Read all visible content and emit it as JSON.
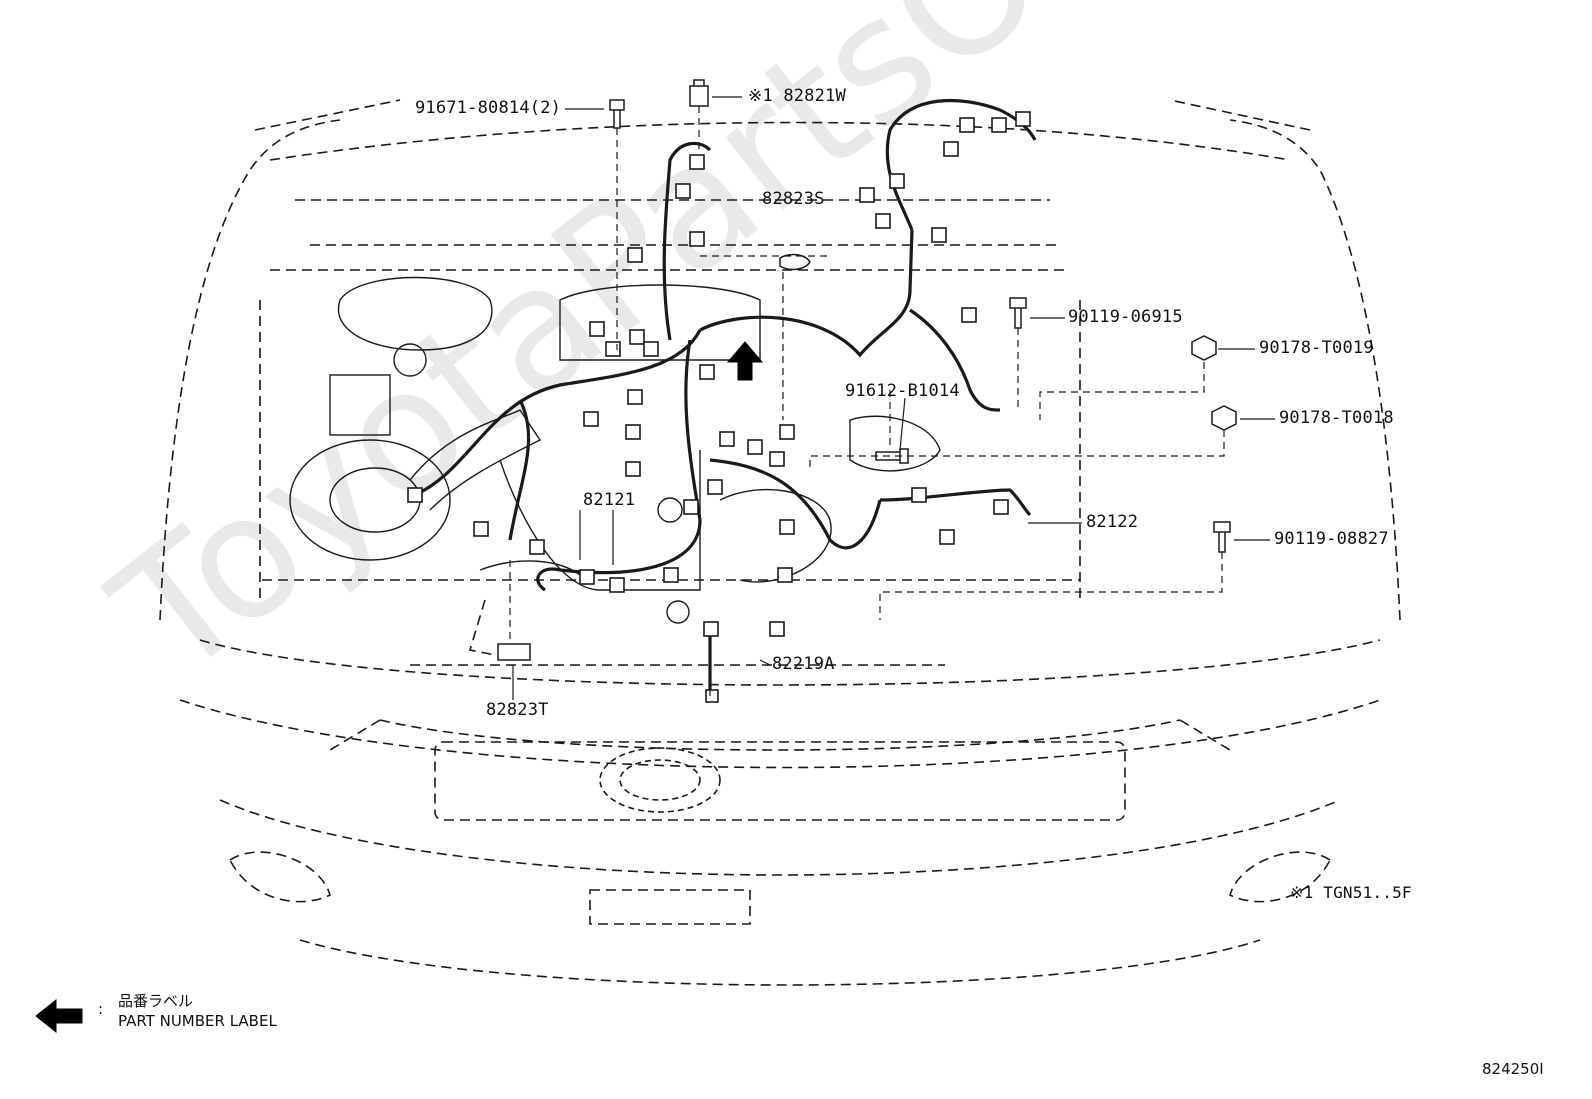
{
  "watermark": "ToyotaPartsOnline.ru",
  "parts": {
    "p1": "91671-80814(2)",
    "p2": "※1 82821W",
    "p3": "82823S",
    "p4": "90119-06915",
    "p5": "90178-T0019",
    "p6": "91612-B1014",
    "p7": "90178-T0018",
    "p8": "82121",
    "p9": "82122",
    "p10": "90119-08827",
    "p11": "82219A",
    "p12": "82823T"
  },
  "note": "※1 TGN51..5F",
  "legend": {
    "jp": "品番ラベル",
    "en": "PART NUMBER LABEL",
    "sep": ":"
  },
  "figure_id": "824250I"
}
